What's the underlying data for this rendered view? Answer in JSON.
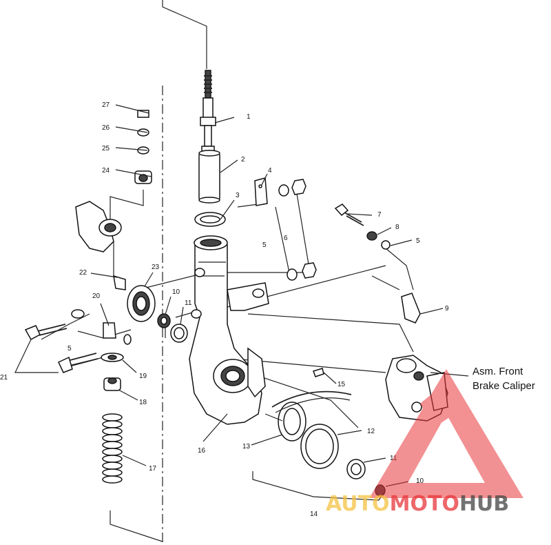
{
  "callouts": {
    "c1": "1",
    "c2": "2",
    "c3": "3",
    "c4": "4",
    "c5a": "5",
    "c5b": "5",
    "c5c": "5",
    "c6": "6",
    "c7": "7",
    "c8": "8",
    "c9": "9",
    "c10a": "10",
    "c10b": "10",
    "c11a": "11",
    "c11b": "11",
    "c12": "12",
    "c13": "13",
    "c14": "14",
    "c15": "15",
    "c16": "16",
    "c17": "17",
    "c18": "18",
    "c19": "19",
    "c20": "20",
    "c21": "21",
    "c22": "22",
    "c23": "23",
    "c24": "24",
    "c25": "25",
    "c26": "26",
    "c27": "27"
  },
  "caption": {
    "line1": "Asm. Front",
    "line2": "Brake Caliper"
  },
  "watermark": {
    "part1": "AUTO",
    "part2": "MOTO",
    "part3": "HUB",
    "colors": {
      "triangle": "#e8363a",
      "auto": "#f5c242",
      "moto": "#e8363a",
      "hub": "#444444"
    }
  }
}
